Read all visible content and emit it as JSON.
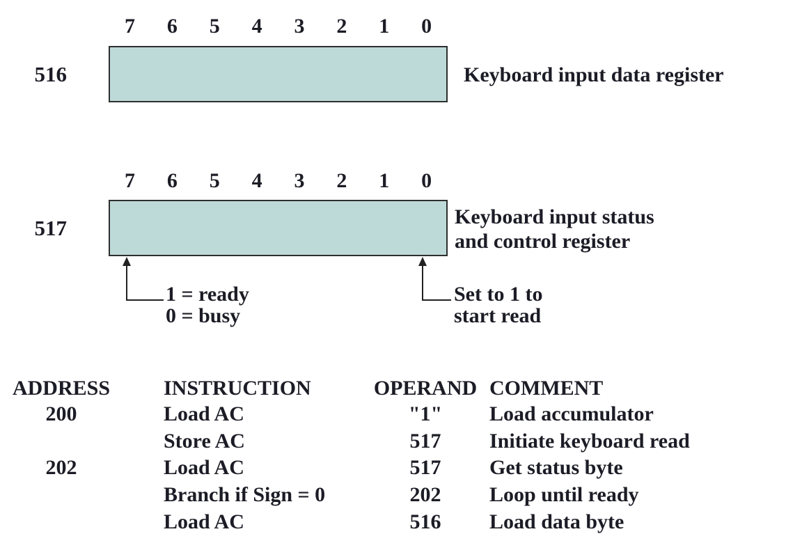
{
  "figure": {
    "registers": [
      {
        "address": "516",
        "bits": [
          "7",
          "6",
          "5",
          "4",
          "3",
          "2",
          "1",
          "0"
        ],
        "label_lines": [
          "Keyboard input data register"
        ]
      },
      {
        "address": "517",
        "bits": [
          "7",
          "6",
          "5",
          "4",
          "3",
          "2",
          "1",
          "0"
        ],
        "label_lines": [
          "Keyboard input status",
          "and control register"
        ]
      }
    ],
    "annotations": {
      "bit7_lines": [
        "1 = ready",
        "0 = busy"
      ],
      "bit0_lines": [
        "Set to 1 to",
        "start read"
      ]
    },
    "colors": {
      "register_fill": "#bedad8",
      "register_border": "#2e2e2e",
      "line_color": "#222222",
      "text": "#1c1c26"
    }
  },
  "table": {
    "headers": {
      "address": "ADDRESS",
      "instruction": "INSTRUCTION",
      "operand": "OPERAND",
      "comment": "COMMENT"
    },
    "rows": [
      {
        "address": "200",
        "instruction": "Load AC",
        "operand": "\"1\"",
        "comment": "Load accumulator"
      },
      {
        "address": "",
        "instruction": "Store AC",
        "operand": "517",
        "comment": "Initiate keyboard read"
      },
      {
        "address": "202",
        "instruction": "Load AC",
        "operand": "517",
        "comment": "Get status byte"
      },
      {
        "address": "",
        "instruction": "Branch if Sign = 0",
        "operand": "202",
        "comment": "Loop until ready"
      },
      {
        "address": "",
        "instruction": "Load AC",
        "operand": "516",
        "comment": "Load data byte"
      }
    ]
  }
}
